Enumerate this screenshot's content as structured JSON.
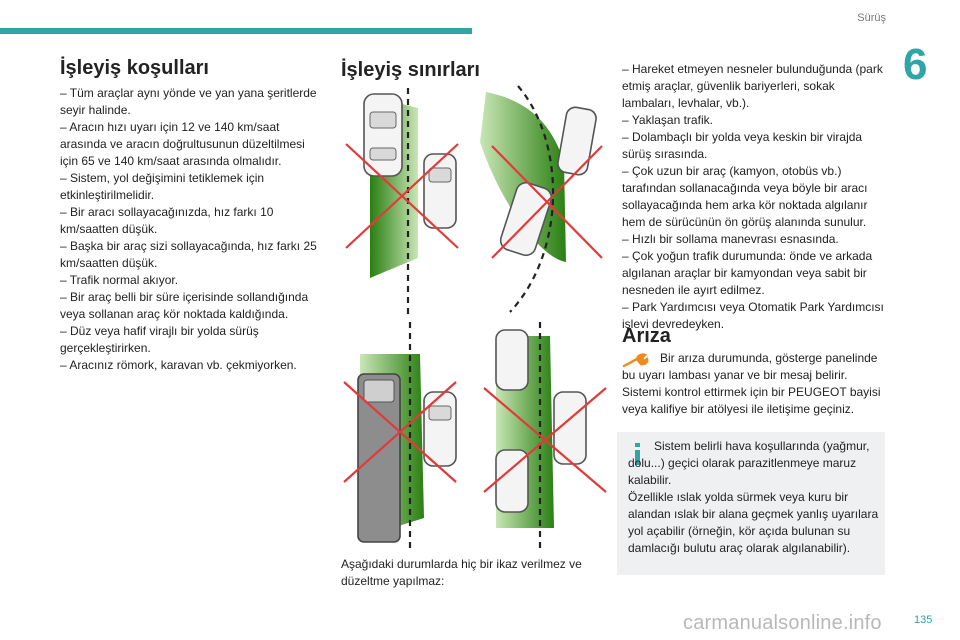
{
  "header": {
    "section": "Sürüş",
    "chapter": "6"
  },
  "operating_conditions": {
    "title": "İşleyiş koşulları",
    "items": [
      "– Tüm araçlar aynı yönde ve yan yana şeritlerde seyir halinde.",
      "– Aracın hızı uyarı için 12 ve 140 km/saat arasında ve aracın doğrultusunun düzeltilmesi için 65 ve 140 km/saat arasında olmalıdır.",
      "– Sistem, yol değişimini tetiklemek için etkinleştirilmelidir.",
      "– Bir aracı sollayacağınızda, hız farkı 10 km/saatten düşük.",
      "– Başka bir araç sizi sollayacağında, hız farkı 25 km/saatten düşük.",
      "– Trafik normal akıyor.",
      "– Bir araç belli bir süre içerisinde sollandığında veya sollanan araç kör noktada kaldığında.",
      "– Düz veya hafif virajlı bir yolda sürüş gerçekleştirirken.",
      "– Aracınız römork, karavan vb. çekmiyorken."
    ]
  },
  "operating_limits": {
    "title": "İşleyiş sınırları",
    "caption": "Aşağıdaki durumlarda hiç bir ikaz verilmez ve düzeltme yapılmaz:",
    "items": [
      "– Hareket etmeyen nesneler bulunduğunda (park etmiş araçlar, güvenlik bariyerleri, sokak lambaları, levhalar, vb.).",
      "– Yaklaşan trafik.",
      "– Dolambaçlı bir yolda veya keskin bir virajda sürüş sırasında.",
      "– Çok uzun bir araç (kamyon, otobüs vb.) tarafından sollanacağında veya böyle bir aracı sollayacağında hem arka kör noktada algılanır hem de sürücünün ön görüş alanında sunulur.",
      "– Hızlı bir sollama manevrası esnasında.",
      "– Çok yoğun trafik durumunda: önde ve arkada algılanan araçlar bir kamyondan veya sabit bir nesneden ile ayırt edilmez.",
      "– Park Yardımcısı veya Otomatik Park Yardımcısı işlevi devredeyken."
    ]
  },
  "fault": {
    "title": "Arıza",
    "line1": "Bir arıza durumunda, gösterge panelinde bu uyarı lambası yanar ve bir mesaj belirir.",
    "line2": "Sistemi kontrol ettirmek için bir PEUGEOT bayisi veya kalifiye bir atölyesi ile iletişime geçiniz."
  },
  "info": {
    "p1": "Sistem belirli hava koşullarında (yağmur, dolu...) geçici olarak parazitlenmeye maruz kalabilir.",
    "p2": "Özellikle ıslak yolda sürmek veya kuru bir alandan ıslak bir alana geçmek yanlış uyarılara yol açabilir (örneğin, kör açıda bulunan su damlacığı bulutu araç olarak algılanabilir)."
  },
  "footer": {
    "page": "135",
    "watermark": "carmanualsonline.info"
  },
  "colors": {
    "accent": "#2fa5a8",
    "zone_green": "#3c9a1e",
    "cross_red": "#e23a3a"
  },
  "icons": [
    "wrench-warning-icon",
    "info-icon"
  ]
}
